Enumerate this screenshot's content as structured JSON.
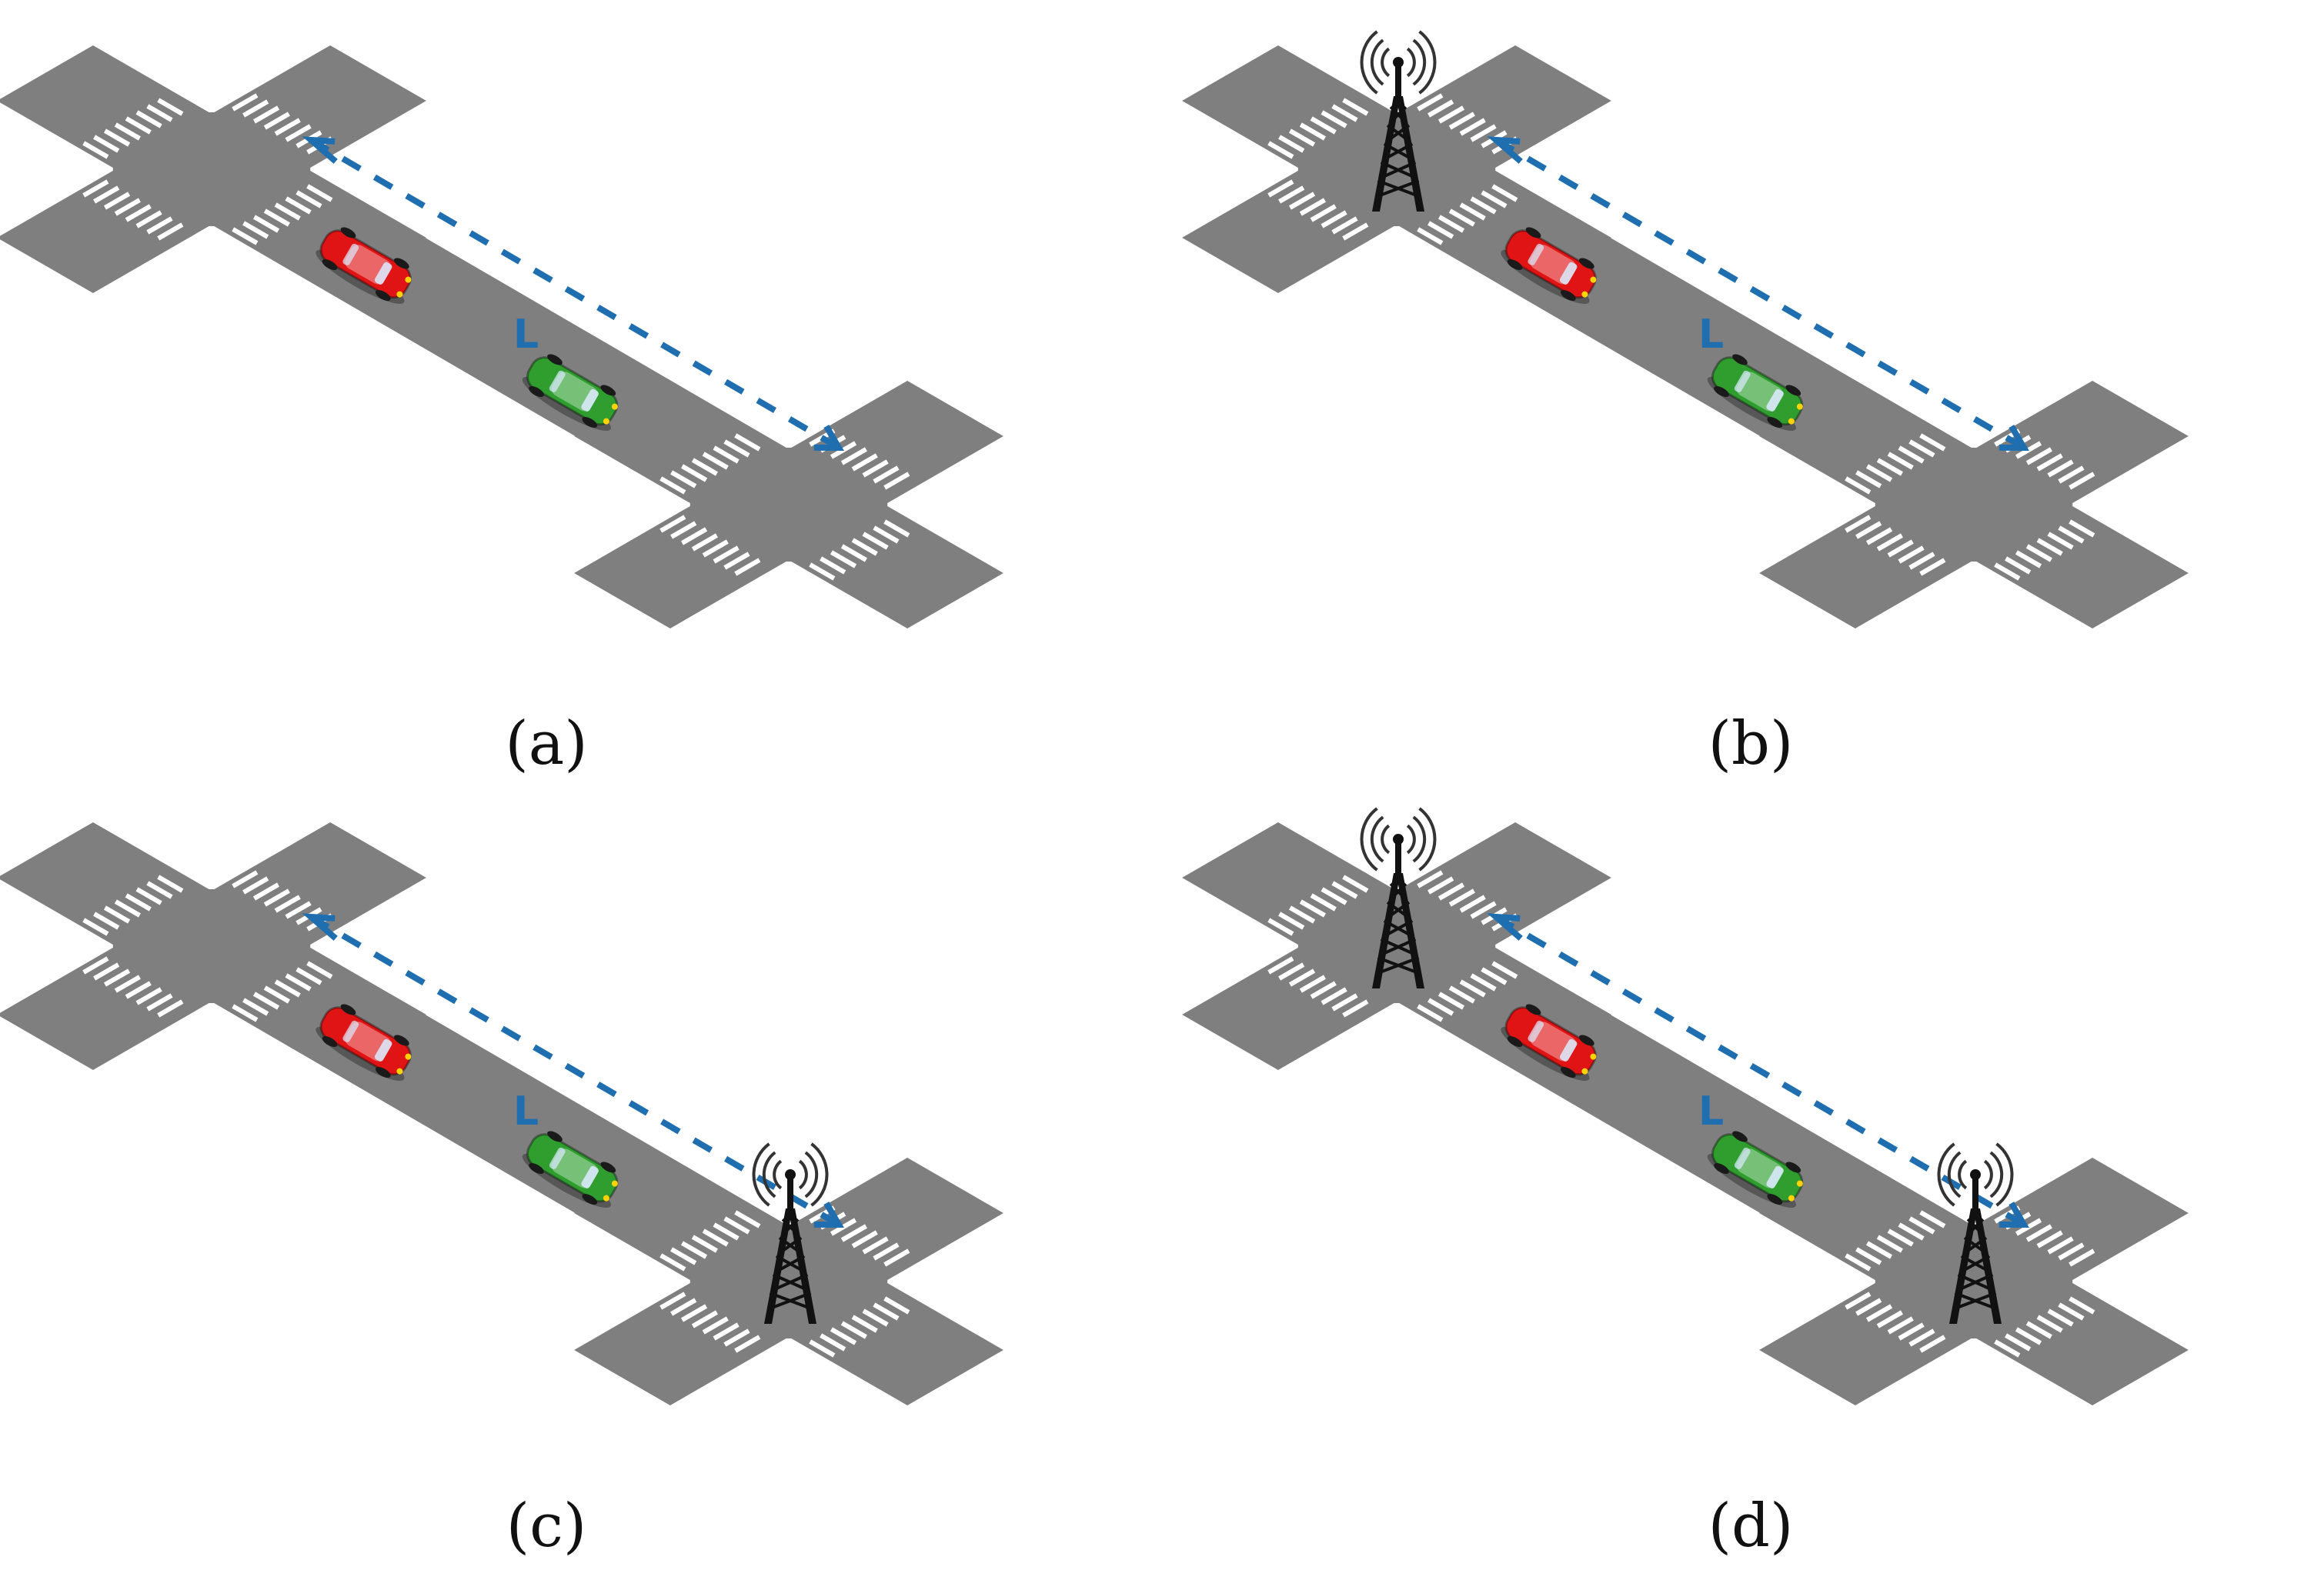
{
  "colors": {
    "road": "#7f7f7f",
    "crosswalk": "#ffffff",
    "arrow": "#1f6fb0",
    "car_red": "#e01414",
    "car_green": "#2f9e2f",
    "tower": "#111111"
  },
  "panels": [
    {
      "caption": "(a)",
      "length_label": "L",
      "towers": []
    },
    {
      "caption": "(b)",
      "length_label": "L",
      "towers": [
        "left"
      ]
    },
    {
      "caption": "(c)",
      "length_label": "L",
      "towers": [
        "right"
      ]
    },
    {
      "caption": "(d)",
      "length_label": "L",
      "towers": [
        "left",
        "right"
      ]
    }
  ]
}
